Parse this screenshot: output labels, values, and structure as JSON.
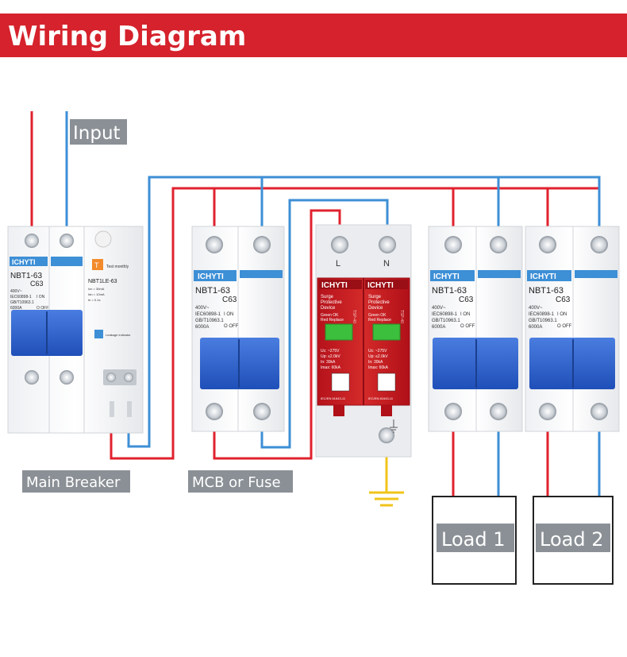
{
  "header": {
    "title": "Wiring Diagram",
    "bg_color": "#d5222c"
  },
  "labels": {
    "input": "Input",
    "main_breaker": "Main Breaker",
    "mcb_or_fuse": "MCB or Fuse",
    "load1": "Load 1",
    "load2": "Load 2"
  },
  "wire_colors": {
    "live": "#e0222e",
    "neutral": "#3d8fd6",
    "earth": "#f0c419"
  },
  "main_breaker": {
    "brand": "ICHYTI",
    "mcb_model": "NBT1-63",
    "mcb_rating": "C63",
    "mcb_specs": [
      "400V~",
      "IEC60898-1",
      "GB/T10963.1",
      "6000A"
    ],
    "mcb_on": "I ON",
    "mcb_off": "O OFF",
    "rcd_model": "NBT1LE-63",
    "rcd_specs": [
      "Icn = 30mA",
      "Idn = 10mA",
      "Ie = 0.1s"
    ],
    "test_text": "Test monthly",
    "t_button": "T",
    "leakage_text": "Leakage indicator"
  },
  "mcb": {
    "brand": "ICHYTI",
    "model": "NBT1-63",
    "rating": "C63",
    "specs": [
      "400V~",
      "IEC60898-1",
      "GB/T10963.1",
      "6000A"
    ],
    "on": "I ON",
    "off": "O OFF"
  },
  "spd": {
    "brand": "ICHYTI",
    "terminal_l": "L",
    "terminal_n": "N",
    "title_lines": [
      "Surge",
      "Protective",
      "Device"
    ],
    "indicator_lines": [
      "Green OK",
      "Red Replace"
    ],
    "specs": [
      "Uc: ~275V",
      "Up: ≤2.0kV",
      "In: 30kA",
      "Imax: 60kA"
    ],
    "standard": "IEC/EN 61643-11",
    "side_code": "TSP-40"
  },
  "load_mcbs": [
    {
      "brand": "ICHYTI",
      "model": "NBT1-63",
      "rating": "C63",
      "specs": [
        "400V~",
        "IEC60898-1",
        "GB/T10963.1",
        "6000A"
      ],
      "on": "I ON",
      "off": "O OFF"
    },
    {
      "brand": "ICHYTI",
      "model": "NBT1-63",
      "rating": "C63",
      "specs": [
        "400V~",
        "IEC60898-1",
        "GB/T10963.1",
        "6000A"
      ],
      "on": "I ON",
      "off": "O OFF"
    }
  ]
}
